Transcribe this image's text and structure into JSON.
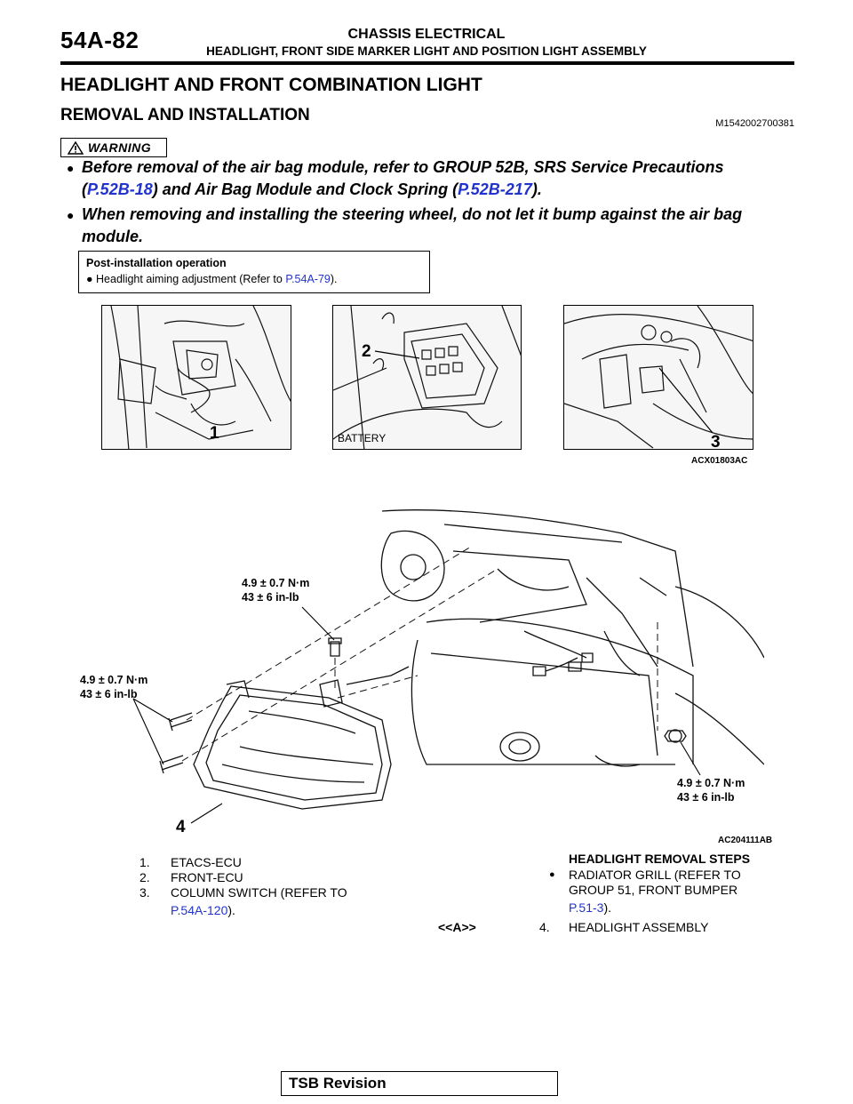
{
  "header": {
    "page_number": "54A-82",
    "section": "CHASSIS ELECTRICAL",
    "subsection": "HEADLIGHT, FRONT SIDE MARKER LIGHT AND POSITION LIGHT ASSEMBLY"
  },
  "title": "HEADLIGHT AND FRONT COMBINATION LIGHT",
  "subtitle": "REMOVAL AND INSTALLATION",
  "doc_id": "M1542002700381",
  "warning": {
    "label": "WARNING",
    "line1a": "Before removal of the air bag module, refer to GROUP 52B, SRS Service Precautions",
    "line1b_pre": "(",
    "link1": "P.52B-18",
    "line1b_mid": ") and Air Bag Module and Clock Spring (",
    "link2": "P.52B-217",
    "line1b_post": ").",
    "line2a": "When removing and installing the steering wheel, do not let it bump against the air bag",
    "line2b": "module."
  },
  "post_installation": {
    "title": "Post-installation operation",
    "item_pre": "Headlight aiming adjustment (Refer to ",
    "item_link": "P.54A-79",
    "item_post": ")."
  },
  "figure1": {
    "callout1": "1",
    "callout2": "2",
    "callout3": "3",
    "battery_label": "BATTERY",
    "code": "ACX01803AC"
  },
  "figure2": {
    "torque_top_1": "4.9 ± 0.7 N·m",
    "torque_top_2": "43 ± 6 in-lb",
    "torque_left_1": "4.9 ± 0.7 N·m",
    "torque_left_2": "43 ± 6 in-lb",
    "torque_right_1": "4.9 ± 0.7 N·m",
    "torque_right_2": "43 ± 6 in-lb",
    "callout4": "4",
    "code": "AC204111AB"
  },
  "legend": {
    "items": [
      {
        "num": "1.",
        "text": "ETACS-ECU"
      },
      {
        "num": "2.",
        "text": "FRONT-ECU"
      },
      {
        "num": "3.",
        "text": "COLUMN SWITCH (REFER TO",
        "link": "P.54A-120",
        "post": ")."
      }
    ],
    "steps_title": "HEADLIGHT REMOVAL STEPS",
    "step_bullet_text_1": "RADIATOR GRILL (REFER TO",
    "step_bullet_text_2": "GROUP 51, FRONT BUMPER",
    "step_bullet_link": "P.51-3",
    "step_bullet_post": ").",
    "step4_marker": "<<A>>",
    "step4_num": "4.",
    "step4_text": "HEADLIGHT ASSEMBLY"
  },
  "footer": {
    "tsb": "TSB Revision"
  }
}
